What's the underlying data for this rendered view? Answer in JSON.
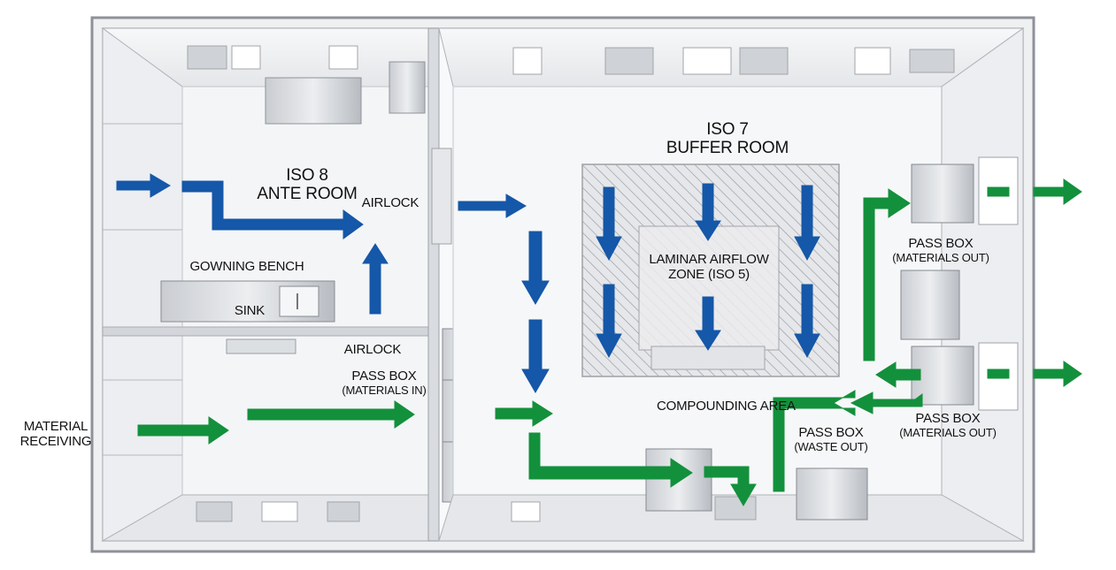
{
  "colors": {
    "airflow_blue": "#1557a8",
    "material_green": "#13903c",
    "wall_gray": "#9a9da3",
    "floor": "#f1f2f4",
    "hatch": "#8f9297"
  },
  "labels": {
    "ante_room": {
      "line1": "ISO 8",
      "line2": "ANTE ROOM"
    },
    "buffer_room": {
      "line1": "ISO 7",
      "line2": "BUFFER ROOM"
    },
    "airlock_top": "AIRLOCK",
    "airlock_bottom": "AIRLOCK",
    "gowning_bench": "GOWNING BENCH",
    "sink": "SINK",
    "pass_box_in": {
      "line1": "PASS BOX",
      "line2": "(MATERIALS IN)"
    },
    "material_receiving": {
      "line1": "MATERIAL",
      "line2": "RECEIVING"
    },
    "laminar_zone": {
      "line1": "LAMINAR AIRFLOW",
      "line2": "ZONE (ISO 5)"
    },
    "compounding_area": "COMPOUNDING AREA",
    "pass_box_waste": {
      "line1": "PASS BOX",
      "line2": "(WASTE OUT)"
    },
    "pass_box_out_top": {
      "line1": "PASS BOX",
      "line2": "(MATERIALS OUT)"
    },
    "pass_box_out_bottom": {
      "line1": "PASS BOX",
      "line2": "(MATERIALS OUT)"
    }
  },
  "flows": {
    "airflow": "blue",
    "materials": "green"
  }
}
